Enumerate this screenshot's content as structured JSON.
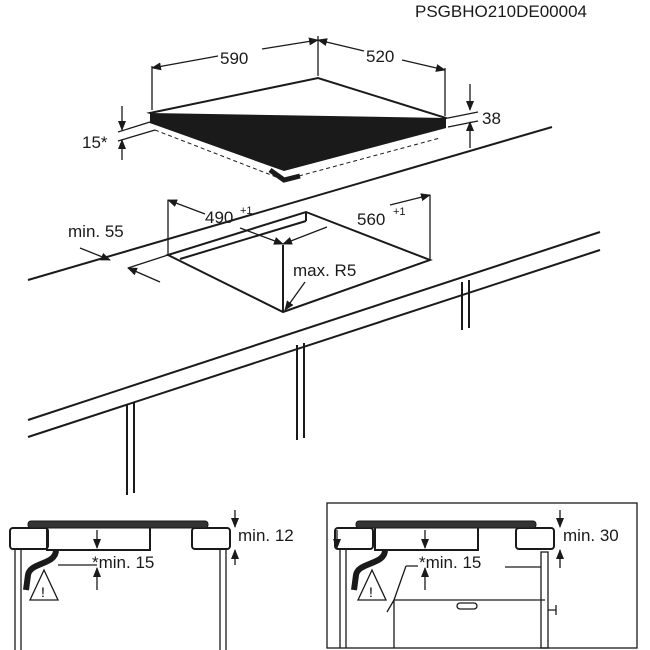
{
  "header": {
    "code": "PSGBHO210DE00004"
  },
  "hob_dimensions": {
    "width": "590",
    "depth": "520",
    "height_total": "38",
    "height_under": "15*"
  },
  "cutout": {
    "width": "490",
    "width_tol": "+1",
    "depth": "560",
    "depth_tol": "+1",
    "front_margin": "min. 55",
    "corner_radius": "max. R5"
  },
  "section_left": {
    "top_clearance": "min. 12",
    "bottom_clearance": "*min. 15"
  },
  "section_right": {
    "top_clearance": "min. 30",
    "bottom_clearance": "*min. 15"
  },
  "colors": {
    "line": "#1a1a1a",
    "background": "#ffffff"
  }
}
